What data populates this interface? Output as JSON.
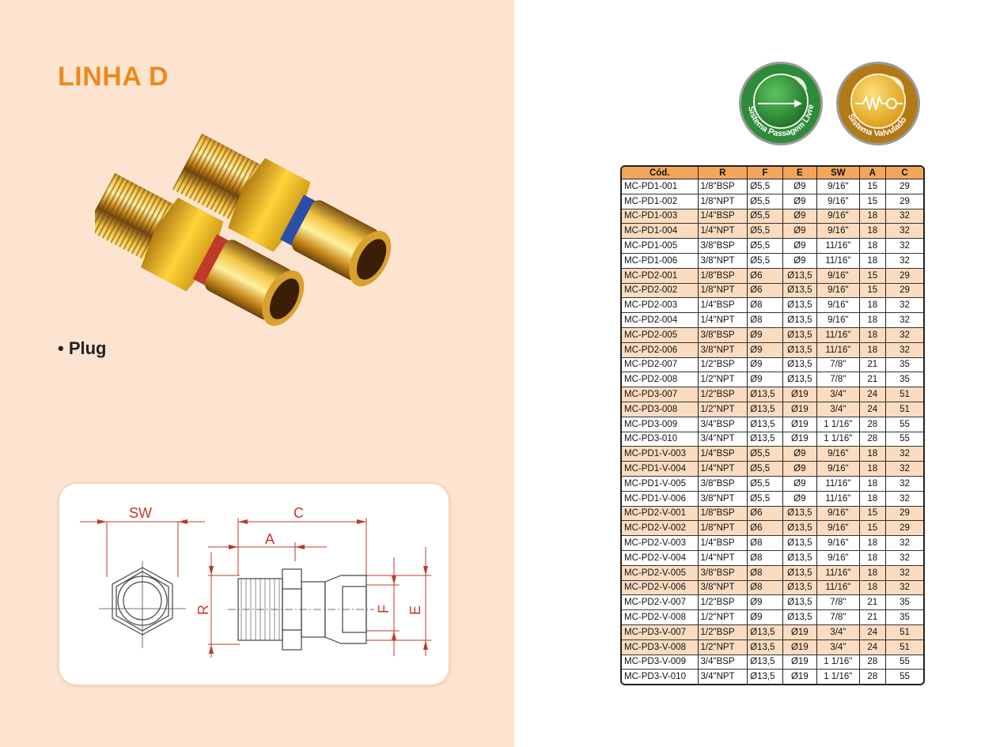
{
  "page": {
    "title": "LINHA D",
    "product_label": "Plug"
  },
  "badges": [
    {
      "text": "Sistema Passagem Livre",
      "color": "#2e8b3a"
    },
    {
      "text": "Sistema Valvulado",
      "color": "#c98a1a"
    }
  ],
  "drawing": {
    "labels": {
      "sw": "SW",
      "c": "C",
      "a": "A",
      "r": "R",
      "f": "F",
      "e": "E"
    }
  },
  "table": {
    "headers": [
      "Cód.",
      "R",
      "F",
      "E",
      "SW",
      "A",
      "C"
    ],
    "rows": [
      {
        "cod": "MC-PD1-001",
        "r": "1/8\"BSP",
        "f": "Ø5,5",
        "e": "Ø9",
        "sw": "9/16\"",
        "a": "15",
        "c": "29",
        "hl": false
      },
      {
        "cod": "MC-PD1-002",
        "r": "1/8\"NPT",
        "f": "Ø5,5",
        "e": "Ø9",
        "sw": "9/16\"",
        "a": "15",
        "c": "29",
        "hl": false
      },
      {
        "cod": "MC-PD1-003",
        "r": "1/4\"BSP",
        "f": "Ø5,5",
        "e": "Ø9",
        "sw": "9/16\"",
        "a": "18",
        "c": "32",
        "hl": true
      },
      {
        "cod": "MC-PD1-004",
        "r": "1/4\"NPT",
        "f": "Ø5,5",
        "e": "Ø9",
        "sw": "9/16\"",
        "a": "18",
        "c": "32",
        "hl": true
      },
      {
        "cod": "MC-PD1-005",
        "r": "3/8\"BSP",
        "f": "Ø5,5",
        "e": "Ø9",
        "sw": "11/16\"",
        "a": "18",
        "c": "32",
        "hl": false
      },
      {
        "cod": "MC-PD1-006",
        "r": "3/8\"NPT",
        "f": "Ø5,5",
        "e": "Ø9",
        "sw": "11/16\"",
        "a": "18",
        "c": "32",
        "hl": false
      },
      {
        "cod": "MC-PD2-001",
        "r": "1/8\"BSP",
        "f": "Ø6",
        "e": "Ø13,5",
        "sw": "9/16\"",
        "a": "15",
        "c": "29",
        "hl": true
      },
      {
        "cod": "MC-PD2-002",
        "r": "1/8\"NPT",
        "f": "Ø6",
        "e": "Ø13,5",
        "sw": "9/16\"",
        "a": "15",
        "c": "29",
        "hl": true
      },
      {
        "cod": "MC-PD2-003",
        "r": "1/4\"BSP",
        "f": "Ø8",
        "e": "Ø13,5",
        "sw": "9/16\"",
        "a": "18",
        "c": "32",
        "hl": false
      },
      {
        "cod": "MC-PD2-004",
        "r": "1/4\"NPT",
        "f": "Ø8",
        "e": "Ø13,5",
        "sw": "9/16\"",
        "a": "18",
        "c": "32",
        "hl": false
      },
      {
        "cod": "MC-PD2-005",
        "r": "3/8\"BSP",
        "f": "Ø9",
        "e": "Ø13,5",
        "sw": "11/16\"",
        "a": "18",
        "c": "32",
        "hl": true
      },
      {
        "cod": "MC-PD2-006",
        "r": "3/8\"NPT",
        "f": "Ø9",
        "e": "Ø13,5",
        "sw": "11/16\"",
        "a": "18",
        "c": "32",
        "hl": true
      },
      {
        "cod": "MC-PD2-007",
        "r": "1/2\"BSP",
        "f": "Ø9",
        "e": "Ø13,5",
        "sw": "7/8\"",
        "a": "21",
        "c": "35",
        "hl": false
      },
      {
        "cod": "MC-PD2-008",
        "r": "1/2\"NPT",
        "f": "Ø9",
        "e": "Ø13,5",
        "sw": "7/8\"",
        "a": "21",
        "c": "35",
        "hl": false
      },
      {
        "cod": "MC-PD3-007",
        "r": "1/2\"BSP",
        "f": "Ø13,5",
        "e": "Ø19",
        "sw": "3/4\"",
        "a": "24",
        "c": "51",
        "hl": true
      },
      {
        "cod": "MC-PD3-008",
        "r": "1/2\"NPT",
        "f": "Ø13,5",
        "e": "Ø19",
        "sw": "3/4\"",
        "a": "24",
        "c": "51",
        "hl": true
      },
      {
        "cod": "MC-PD3-009",
        "r": "3/4\"BSP",
        "f": "Ø13,5",
        "e": "Ø19",
        "sw": "1 1/16\"",
        "a": "28",
        "c": "55",
        "hl": false
      },
      {
        "cod": "MC-PD3-010",
        "r": "3/4\"NPT",
        "f": "Ø13,5",
        "e": "Ø19",
        "sw": "1 1/16\"",
        "a": "28",
        "c": "55",
        "hl": false
      },
      {
        "cod": "MC-PD1-V-003",
        "r": "1/4\"BSP",
        "f": "Ø5,5",
        "e": "Ø9",
        "sw": "9/16\"",
        "a": "18",
        "c": "32",
        "hl": true
      },
      {
        "cod": "MC-PD1-V-004",
        "r": "1/4\"NPT",
        "f": "Ø5,5",
        "e": "Ø9",
        "sw": "9/16\"",
        "a": "18",
        "c": "32",
        "hl": true
      },
      {
        "cod": "MC-PD1-V-005",
        "r": "3/8\"BSP",
        "f": "Ø5,5",
        "e": "Ø9",
        "sw": "11/16\"",
        "a": "18",
        "c": "32",
        "hl": false
      },
      {
        "cod": "MC-PD1-V-006",
        "r": "3/8\"NPT",
        "f": "Ø5,5",
        "e": "Ø9",
        "sw": "11/16\"",
        "a": "18",
        "c": "32",
        "hl": false
      },
      {
        "cod": "MC-PD2-V-001",
        "r": "1/8\"BSP",
        "f": "Ø6",
        "e": "Ø13,5",
        "sw": "9/16\"",
        "a": "15",
        "c": "29",
        "hl": true
      },
      {
        "cod": "MC-PD2-V-002",
        "r": "1/8\"NPT",
        "f": "Ø6",
        "e": "Ø13,5",
        "sw": "9/16\"",
        "a": "15",
        "c": "29",
        "hl": true
      },
      {
        "cod": "MC-PD2-V-003",
        "r": "1/4\"BSP",
        "f": "Ø8",
        "e": "Ø13,5",
        "sw": "9/16\"",
        "a": "18",
        "c": "32",
        "hl": false
      },
      {
        "cod": "MC-PD2-V-004",
        "r": "1/4\"NPT",
        "f": "Ø8",
        "e": "Ø13,5",
        "sw": "9/16\"",
        "a": "18",
        "c": "32",
        "hl": false
      },
      {
        "cod": "MC-PD2-V-005",
        "r": "3/8\"BSP",
        "f": "Ø8",
        "e": "Ø13,5",
        "sw": "11/16\"",
        "a": "18",
        "c": "32",
        "hl": true
      },
      {
        "cod": "MC-PD2-V-006",
        "r": "3/8\"NPT",
        "f": "Ø8",
        "e": "Ø13,5",
        "sw": "11/16\"",
        "a": "18",
        "c": "32",
        "hl": true
      },
      {
        "cod": "MC-PD2-V-007",
        "r": "1/2\"BSP",
        "f": "Ø9",
        "e": "Ø13,5",
        "sw": "7/8\"",
        "a": "21",
        "c": "35",
        "hl": false
      },
      {
        "cod": "MC-PD2-V-008",
        "r": "1/2\"NPT",
        "f": "Ø9",
        "e": "Ø13,5",
        "sw": "7/8\"",
        "a": "21",
        "c": "35",
        "hl": false
      },
      {
        "cod": "MC-PD3-V-007",
        "r": "1/2\"BSP",
        "f": "Ø13,5",
        "e": "Ø19",
        "sw": "3/4\"",
        "a": "24",
        "c": "51",
        "hl": true
      },
      {
        "cod": "MC-PD3-V-008",
        "r": "1/2\"NPT",
        "f": "Ø13,5",
        "e": "Ø19",
        "sw": "3/4\"",
        "a": "24",
        "c": "51",
        "hl": true
      },
      {
        "cod": "MC-PD3-V-009",
        "r": "3/4\"BSP",
        "f": "Ø13,5",
        "e": "Ø19",
        "sw": "1 1/16\"",
        "a": "28",
        "c": "55",
        "hl": false
      },
      {
        "cod": "MC-PD3-V-010",
        "r": "3/4\"NPT",
        "f": "Ø13,5",
        "e": "Ø19",
        "sw": "1 1/16\"",
        "a": "28",
        "c": "55",
        "hl": false
      }
    ]
  }
}
